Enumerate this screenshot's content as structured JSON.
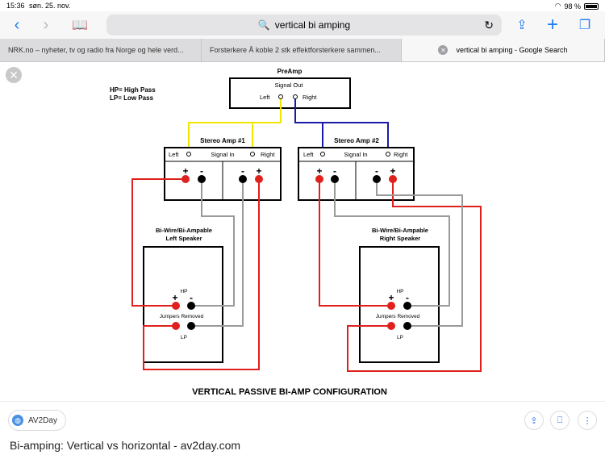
{
  "status": {
    "time": "15:36",
    "date": "søn. 25. nov.",
    "battery": "98 %"
  },
  "toolbar": {
    "address": "vertical bi amping"
  },
  "tabs": [
    {
      "label": "NRK.no – nyheter, tv og radio fra Norge og hele verd..."
    },
    {
      "label": "Forsterkere Å koble 2 stk effektforsterkere sammen..."
    },
    {
      "label": "vertical bi amping - Google Search",
      "active": true
    }
  ],
  "diagram": {
    "legend": {
      "hp": "HP= High Pass",
      "lp": "LP= Low Pass"
    },
    "preamp": {
      "title": "PreAmp",
      "signal_out": "Signal Out",
      "left": "Left",
      "right": "Right"
    },
    "amp1": {
      "title": "Stereo Amp #1",
      "left": "Left",
      "signal_in": "Signal In",
      "right": "Right"
    },
    "amp2": {
      "title": "Stereo Amp #2",
      "left": "Left",
      "signal_in": "Signal In",
      "right": "Right"
    },
    "speaker_left": {
      "title1": "Bi-Wire/Bi-Ampable",
      "title2": "Left Speaker",
      "hp": "HP",
      "jumpers": "Jumpers Removed",
      "lp": "LP"
    },
    "speaker_right": {
      "title1": "Bi-Wire/Bi-Ampable",
      "title2": "Right Speaker",
      "hp": "HP",
      "jumpers": "Jumpers Removed",
      "lp": "LP"
    },
    "plus": "+",
    "minus": "-",
    "caption": "VERTICAL PASSIVE BI-AMP CONFIGURATION",
    "colors": {
      "left_signal": "#f2e600",
      "right_signal": "#1a1aa8",
      "positive": "#e0201c",
      "negative_wire": "#9a9a9a"
    }
  },
  "footer": {
    "source": "AV2Day",
    "title": "Bi-amping: Vertical vs horizontal - av2day.com"
  }
}
